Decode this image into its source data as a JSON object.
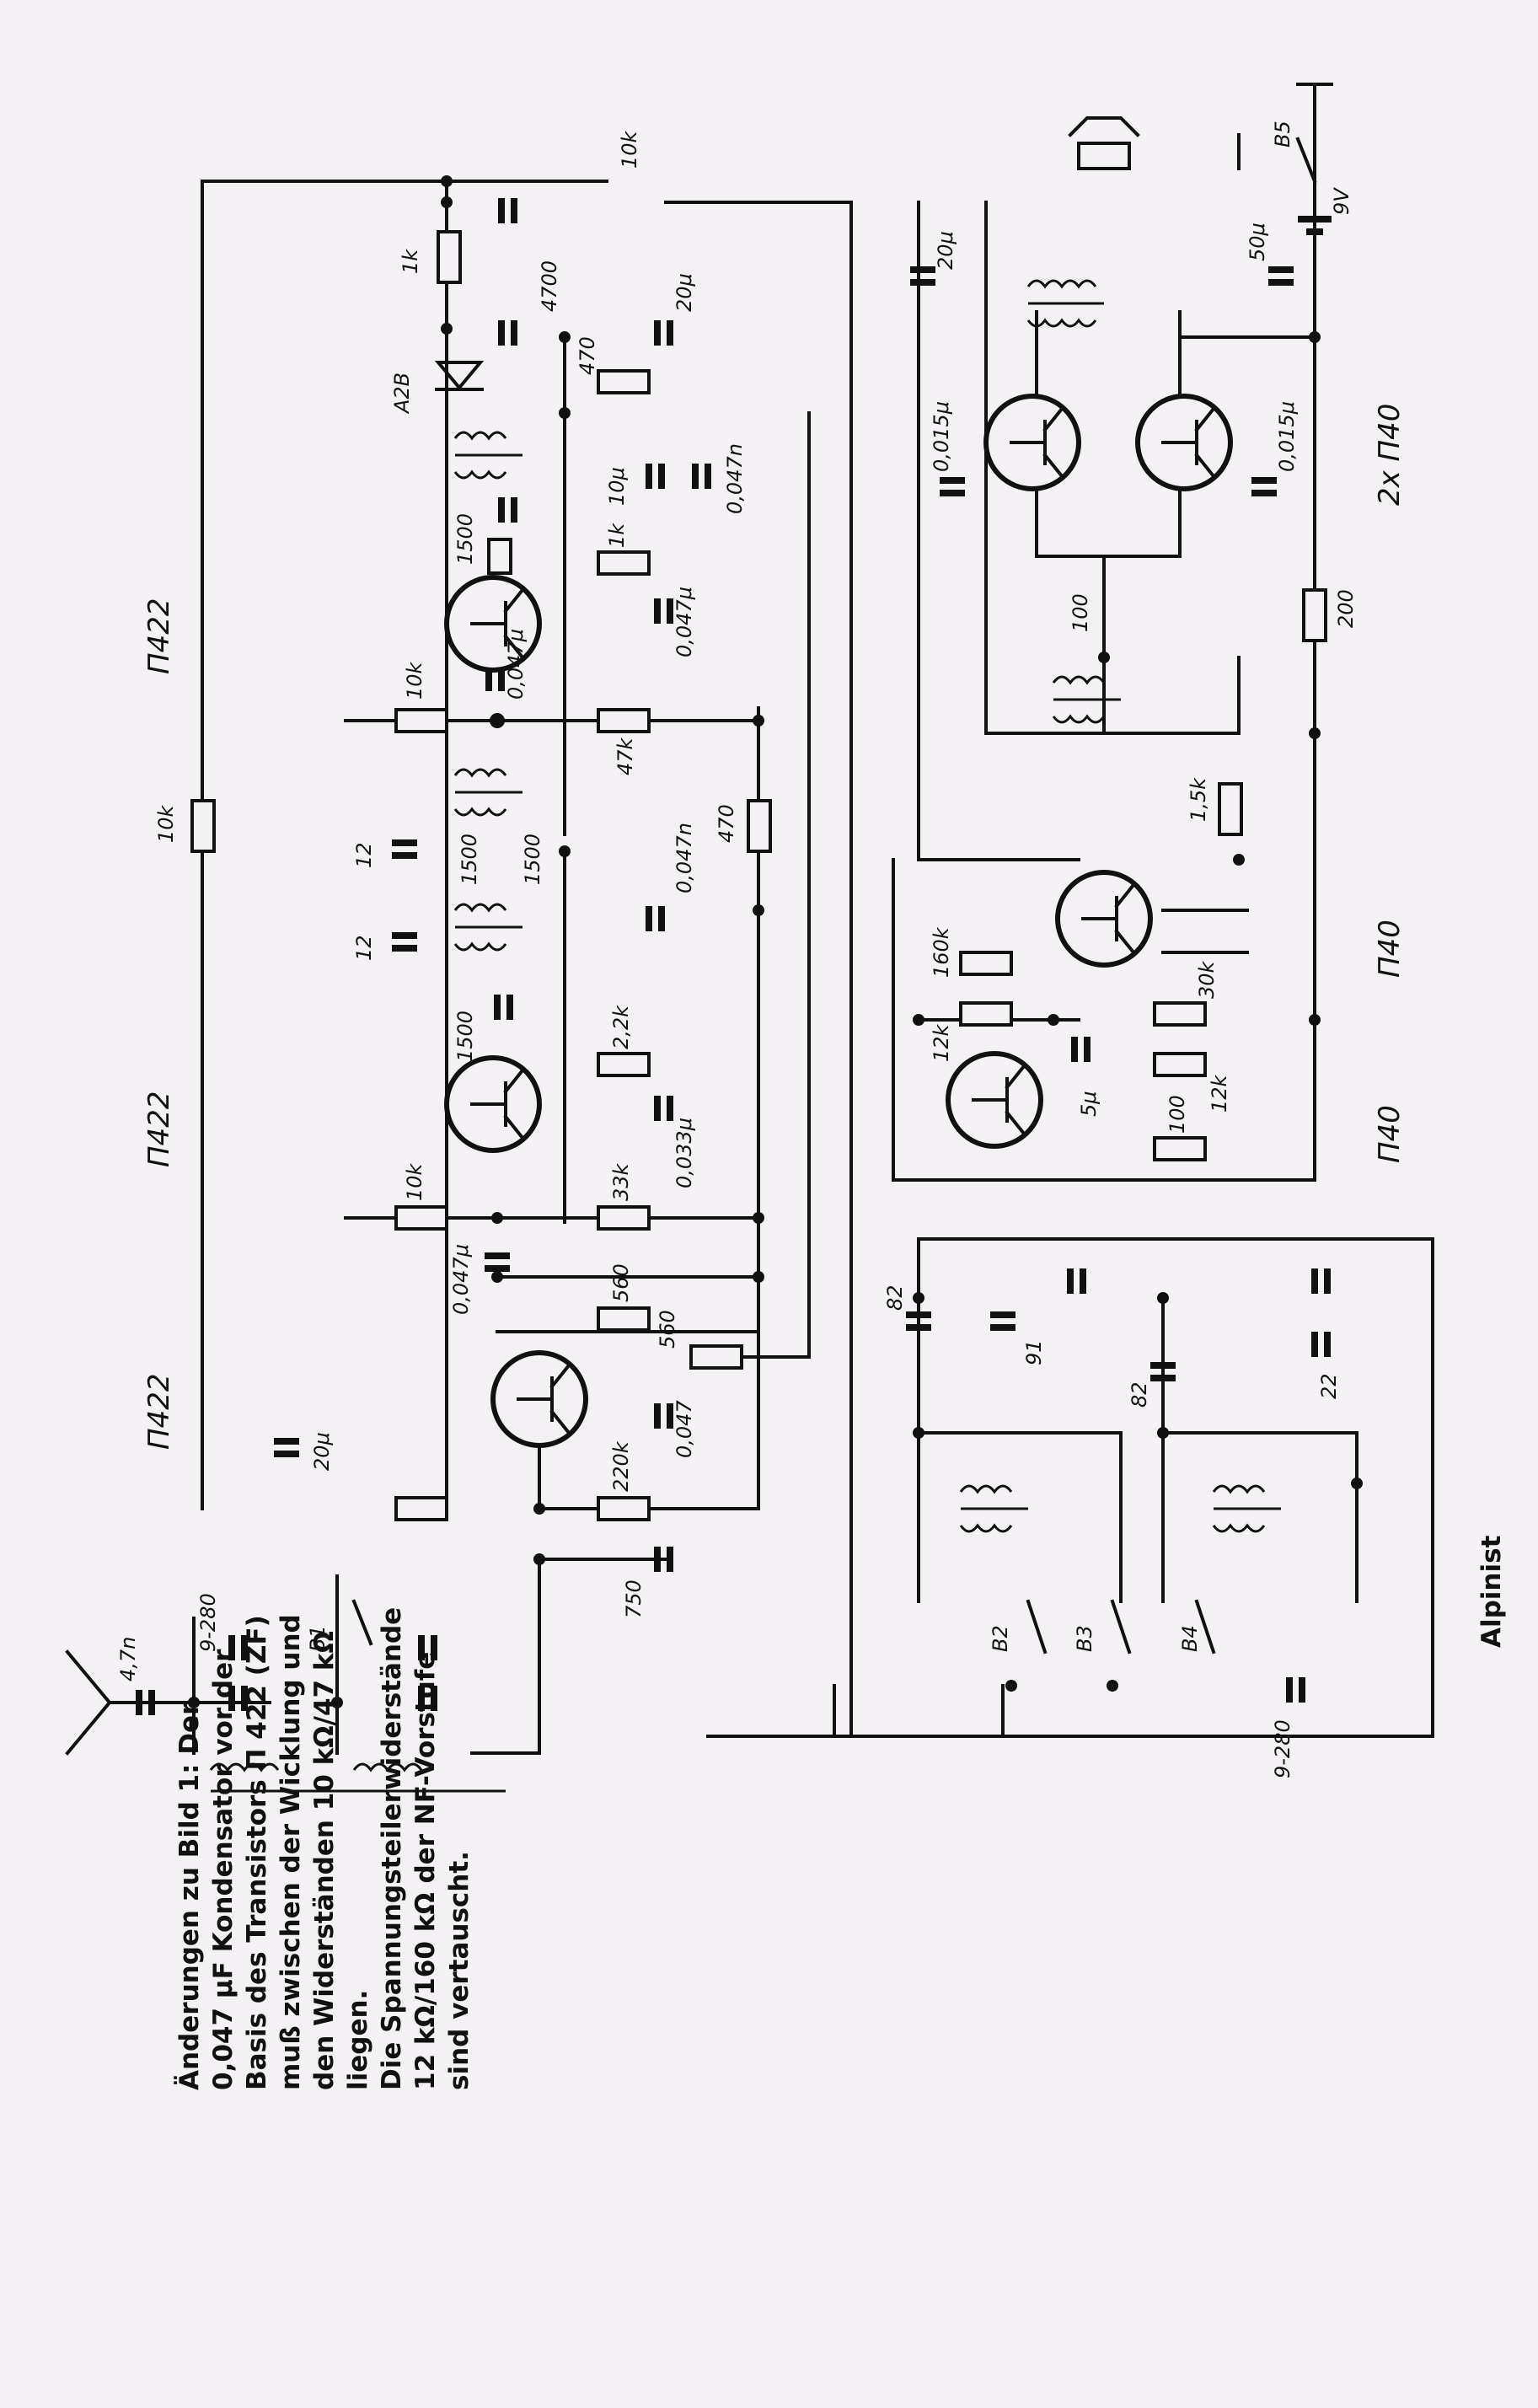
{
  "note": {
    "lines": [
      "Änderungen zu Bild 1: Der",
      "0,047 μF Kondensator vor der",
      "Basis des Transistors Π 422 (ZF)",
      "muß zwischen der Wicklung und",
      "den Widerständen 10 kΩ/47 kΩ",
      "liegen.",
      "Die Spannungsteilerwiderstände",
      "12 kΩ/160 kΩ der NF-Vorstufe",
      "sind vertauscht."
    ]
  },
  "title": "Alpinist",
  "transistors": {
    "t1": "П422",
    "t2": "П422",
    "t3": "П422",
    "t4": "П40",
    "t5": "П40",
    "push_pull": "2x П40"
  },
  "diode": "A2B",
  "switches": {
    "b1": "B1",
    "b2": "B2",
    "b3": "B3",
    "b4": "B4",
    "b5": "B5"
  },
  "components": {
    "r_10k_feedback": "10k",
    "pot_10k": "10k",
    "r_1k_top": "1k",
    "c_4700": "4700",
    "c_20u_top": "20μ",
    "r_470_top": "470",
    "c_10u": "10μ",
    "c_0047n_top": "0,047n",
    "r_1500_a": "1500",
    "r_1k_e": "1k",
    "c_0047u_e": "0,047μ",
    "c_0047u_b": "0,047μ",
    "r_10k_bias": "10k",
    "r_47k": "47k",
    "c_12_a": "12",
    "c_12_b": "12",
    "r_1500_b": "1500",
    "r_1500_c": "1500",
    "c_0047n_mid": "0,047n",
    "r_470_mid": "470",
    "r_1500_d": "1500",
    "r_2_2k": "2,2k",
    "c_0033u": "0,033μ",
    "r_10k_bias2": "10k",
    "r_33k": "33k",
    "c_0047u_b2": "0,047μ",
    "r_560_a": "560",
    "r_560_b": "560",
    "c_20u_left": "20μ",
    "r_220k": "220k",
    "c_0047_e3": "0,047",
    "c_750": "750",
    "c_4_7n": "4,7n",
    "c_9_280_top": "9-280",
    "c_9_280_bottom": "9-280",
    "c_20u_out": "20μ",
    "c_50u": "50μ",
    "battery": "9V",
    "c_0015u_a": "0,015μ",
    "c_0015u_b": "0,015μ",
    "r_100_pot": "100",
    "r_200": "200",
    "r_1_5k": "1,5k",
    "r_160k": "160k",
    "r_12k_a": "12k",
    "r_30k": "30k",
    "c_5u": "5μ",
    "r_12k_b": "12k",
    "r_100": "100",
    "c_82_a": "82",
    "c_91": "91",
    "c_82_b": "82",
    "c_22": "22"
  }
}
